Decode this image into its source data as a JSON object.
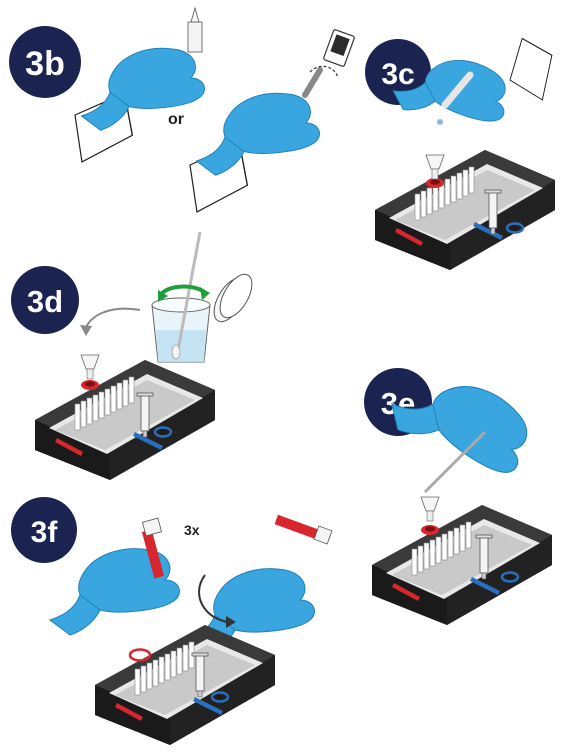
{
  "colors": {
    "badge": "#1b2450",
    "glove": "#3aa6e0",
    "glove_dark": "#1f7fb8",
    "device_body": "#2e2e2e",
    "device_top": "#3a3a3a",
    "red_port": "#d7262e",
    "blue_port": "#2a6fbf",
    "green_arrow": "#1f9e3a"
  },
  "steps": {
    "s3b": {
      "badge": "3b",
      "connector": "or"
    },
    "s3c": {
      "badge": "3c"
    },
    "s3d": {
      "badge": "3d"
    },
    "s3e": {
      "badge": "3e"
    },
    "s3f": {
      "badge": "3f",
      "repeat": "3x"
    }
  },
  "icons": {
    "glove": "gloved-hand-icon",
    "device": "test-cartridge-icon",
    "swab": "swab-icon",
    "cup": "buffer-cup-icon",
    "rotate": "rotate-arrow-icon"
  }
}
